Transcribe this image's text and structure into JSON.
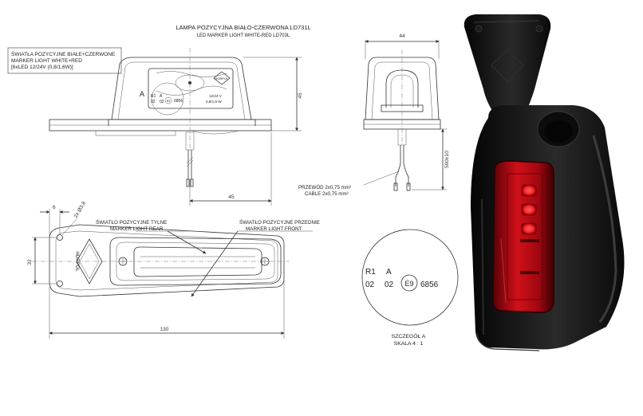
{
  "title": {
    "pl": "LAMPA POZYCYJNA BIAŁO-CZERWONA LD731L",
    "en": "LED MARKER LIGHT WHITE-RED LD703L"
  },
  "spec_box": {
    "line1": "ŚWIATŁA POZYCYJNE BIAŁE+CZERWONE",
    "line2": "MARKER LIGHT WHITE+RED",
    "line3": "[6xLED 12/24V (0,8/1,6W)]"
  },
  "front_view": {
    "label_a": "A",
    "brand": "HORPOL",
    "approval_r1": "R1",
    "approval_a": "A",
    "approval_02a": "02",
    "approval_02b": "02",
    "approval_e": "E9",
    "approval_num": "6856",
    "voltage": "12/24 V",
    "power": "0,8/1,6 W",
    "dim_height": "45",
    "dim_offset": "45"
  },
  "side_view": {
    "dim_width": "44",
    "dim_cable": "500±10",
    "cable_pl": "PRZEWÓD 2x0,75 mm²",
    "cable_en": "CABLE 2x0,75 mm²"
  },
  "top_view": {
    "dim_6": "6",
    "dim_hole": "2x Ø3,8",
    "dim_32": "32",
    "dim_130": "130",
    "brand": "HORPOL",
    "rear_pl": "ŚWIATŁO POZYCYJNE TYLNE",
    "rear_en": "MARKER LIGHT REAR",
    "front_pl": "ŚWIATŁO POZYCYJNE PRZEDNIE",
    "front_en": "MARKER LIGHT FRONT"
  },
  "detail": {
    "r1": "R1",
    "a": "A",
    "n02a": "02",
    "n02b": "02",
    "e": "E9",
    "num": "6856",
    "caption_pl": "SZCZEGÓŁ A",
    "caption_scale": "SKALA 4 : 1"
  },
  "colors": {
    "lamp_body": "#141414",
    "lamp_red": "#d0101a",
    "led_red": "#ff2a2a",
    "line": "#333333"
  }
}
